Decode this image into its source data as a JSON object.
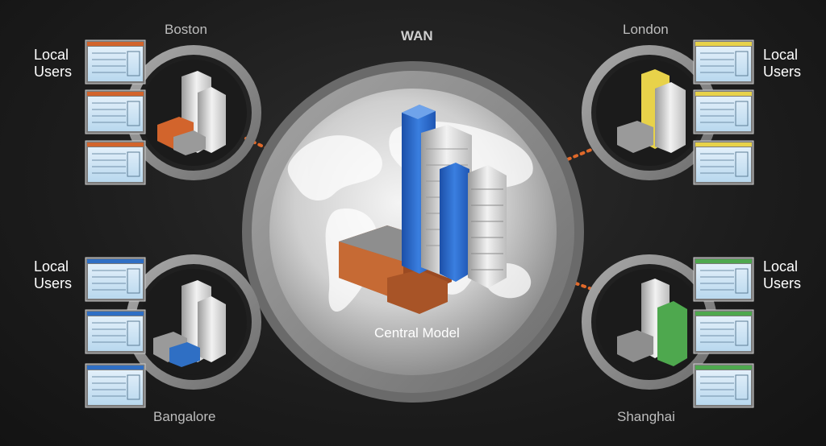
{
  "title": "WAN",
  "central": {
    "label": "Central Model"
  },
  "sites": [
    {
      "city": "Boston",
      "users_label": "Local Users",
      "accent": "#d2642c"
    },
    {
      "city": "London",
      "users_label": "Local Users",
      "accent": "#e8d24a"
    },
    {
      "city": "Bangalore",
      "users_label": "Local Users",
      "accent": "#2f6fc4"
    },
    {
      "city": "Shanghai",
      "users_label": "Local Users",
      "accent": "#4ea84e"
    }
  ],
  "colors": {
    "connector": "#e0692a",
    "ring": "#8d8d8d",
    "central_building": "#2a66c8"
  }
}
